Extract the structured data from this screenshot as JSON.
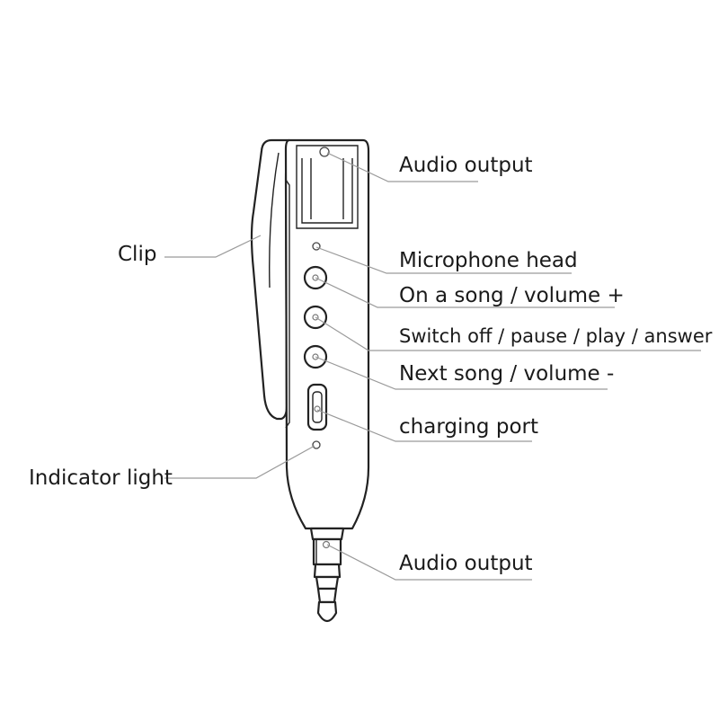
{
  "labels": {
    "audio_output_top": "Audio output",
    "clip": "Clip",
    "microphone_head": "Microphone head",
    "on_a_song": "On a song / volume +",
    "switch_off": "Switch off / pause / play / answer",
    "next_song": "Next song / volume -",
    "charging_port": "charging port",
    "indicator_light": "Indicator light",
    "audio_output_bottom": "Audio output"
  }
}
